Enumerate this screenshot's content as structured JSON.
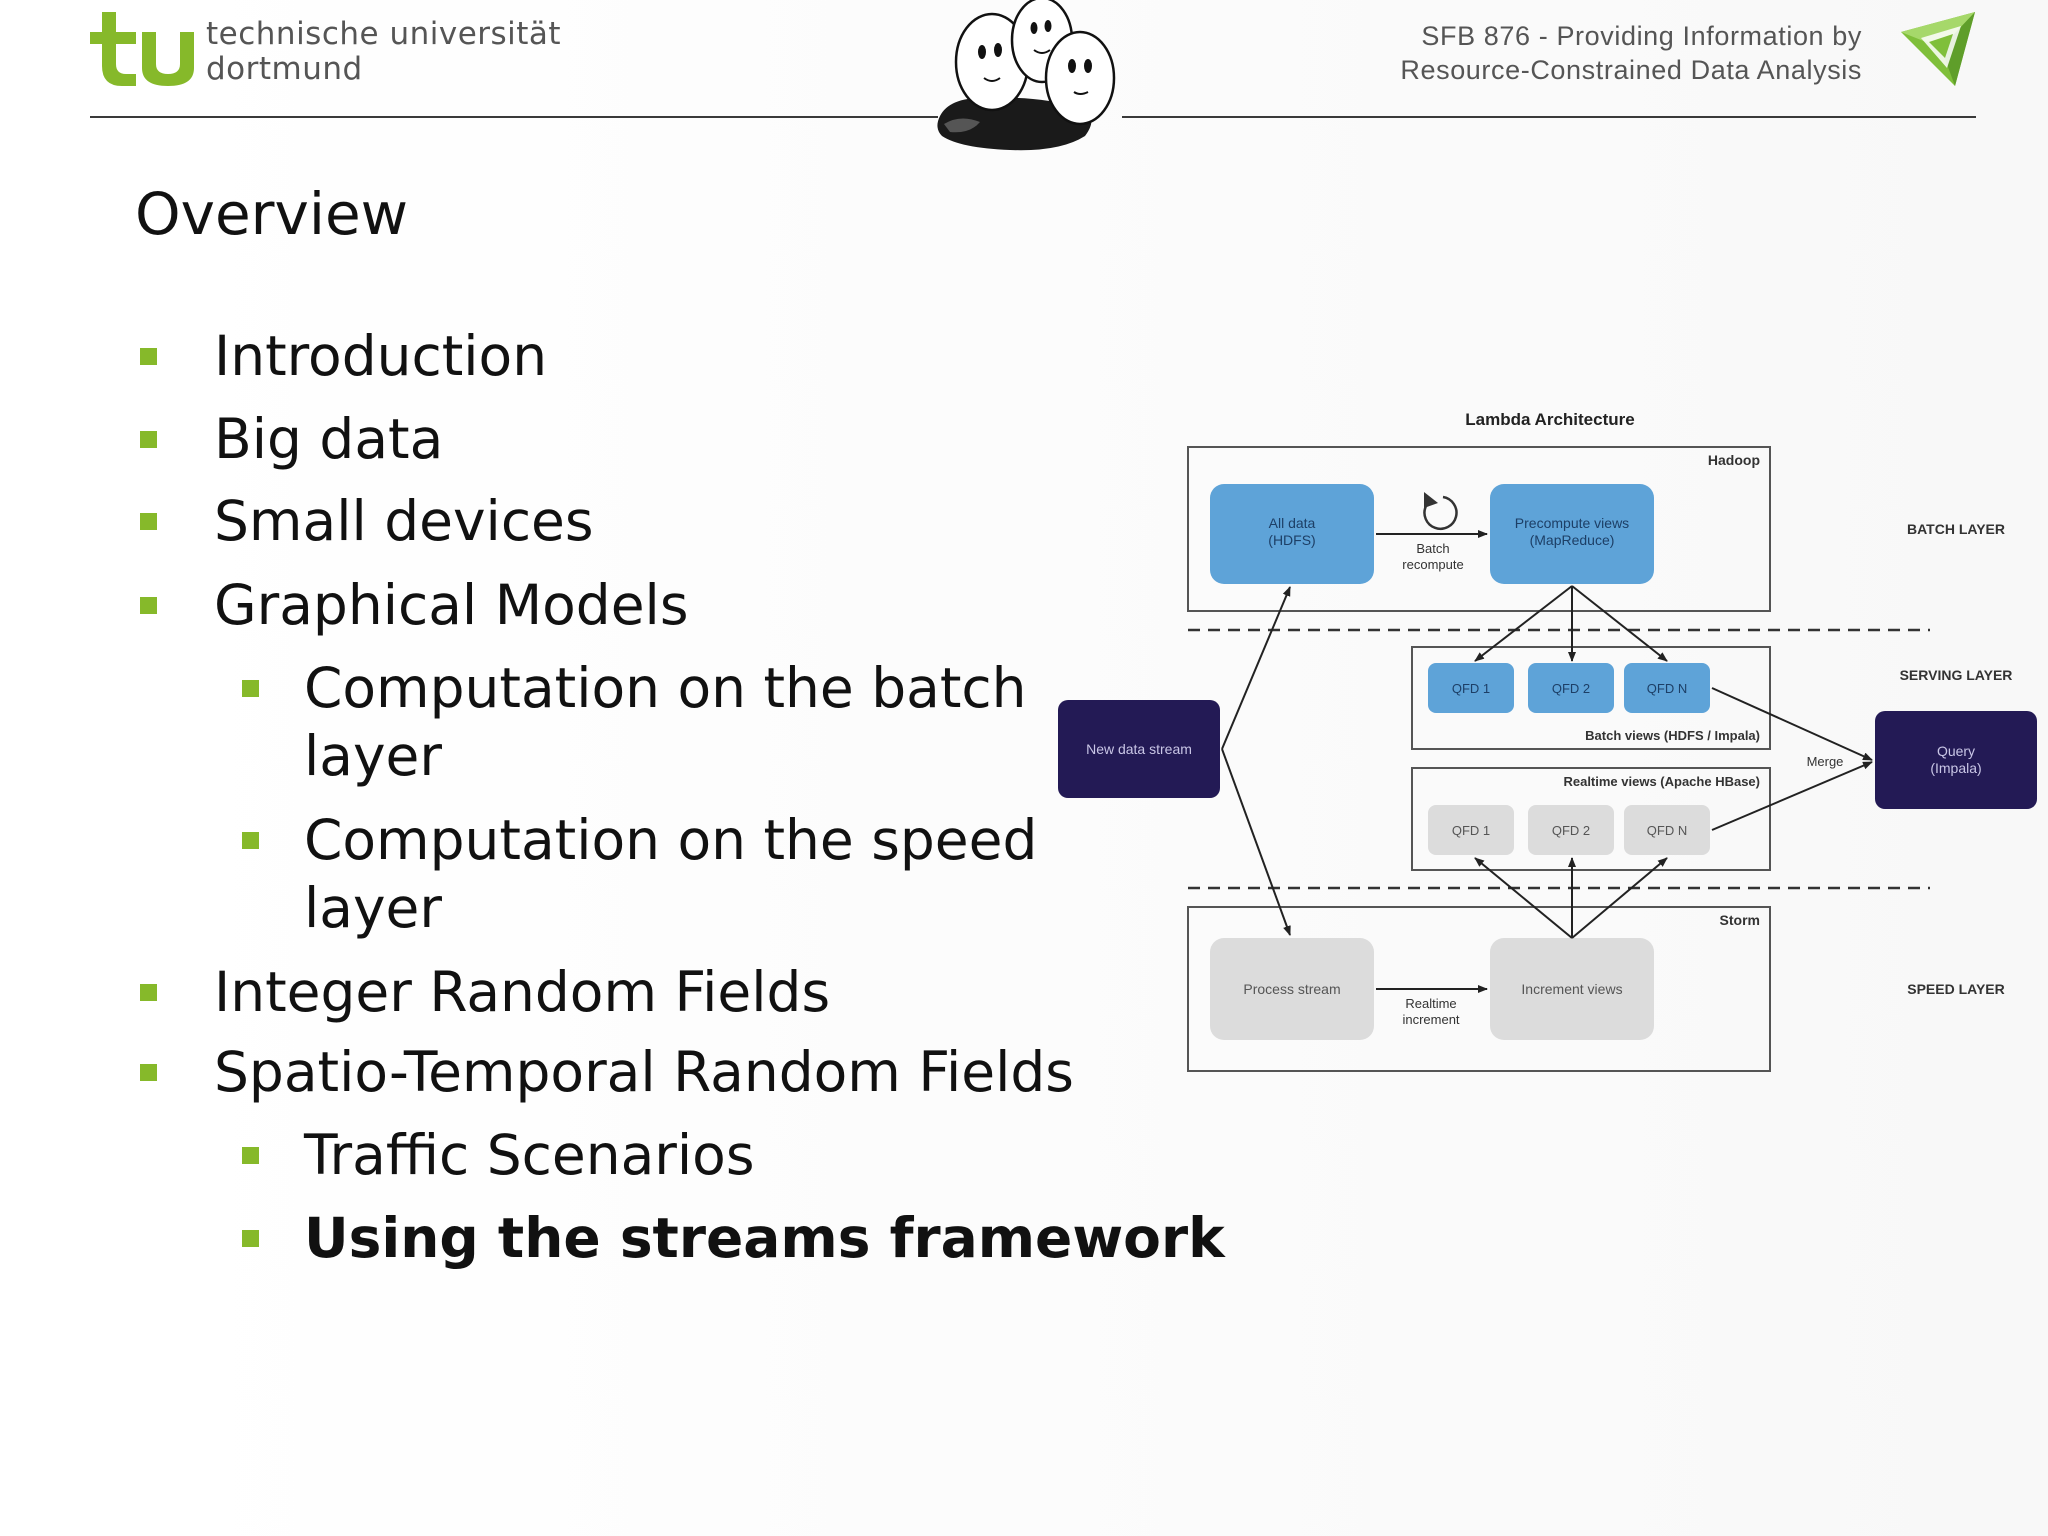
{
  "header": {
    "university_line1": "technische universität",
    "university_line2": "dortmund",
    "sfb_line1": "SFB 876  -  Providing Information by",
    "sfb_line2": "Resource-Constrained Data Analysis",
    "logo_icon": "tu-dortmund-logo",
    "mascot_icon": "eggs-mascot-logo",
    "sfb_icon": "sfb876-logo"
  },
  "colors": {
    "tu_green": "#86b92a",
    "batch_blue": "#5ea3d8",
    "dark_navy": "#231a55",
    "speed_gray": "#dcdcdc"
  },
  "slide": {
    "title": "Overview",
    "items": [
      {
        "label": "Introduction",
        "level": 1,
        "bold": false
      },
      {
        "label": "Big data",
        "level": 1,
        "bold": false
      },
      {
        "label": "Small devices",
        "level": 1,
        "bold": false
      },
      {
        "label": "Graphical Models",
        "level": 1,
        "bold": false
      },
      {
        "label": "Computation on the batch",
        "label_cont": "layer",
        "level": 2,
        "bold": false
      },
      {
        "label": "Computation on the speed",
        "label_cont": "layer",
        "level": 2,
        "bold": false
      },
      {
        "label": "Integer Random Fields",
        "level": 1,
        "bold": false
      },
      {
        "label": "Spatio-Temporal Random Fields",
        "level": 1,
        "bold": false
      },
      {
        "label": "Traffic Scenarios",
        "level": 2,
        "bold": false
      },
      {
        "label": "Using the streams framework",
        "level": 2,
        "bold": true
      }
    ]
  },
  "diagram": {
    "title": "Lambda Architecture",
    "hadoop_label": "Hadoop",
    "storm_label": "Storm",
    "batch_layer": "BATCH LAYER",
    "serving_layer": "SERVING LAYER",
    "speed_layer": "SPEED LAYER",
    "all_data": [
      "All data",
      "(HDFS)"
    ],
    "batch_recompute": [
      "Batch",
      "recompute"
    ],
    "precompute_views": [
      "Precompute views",
      "(MapReduce)"
    ],
    "batch_qfds": [
      "QFD 1",
      "QFD 2",
      "QFD N"
    ],
    "batch_views_label": "Batch views (HDFS / Impala)",
    "realtime_views_label": "Realtime views (Apache HBase)",
    "realtime_qfds": [
      "QFD 1",
      "QFD 2",
      "QFD N"
    ],
    "new_data_stream": "New data stream",
    "merge": "Merge",
    "query": [
      "Query",
      "(Impala)"
    ],
    "process_stream": "Process stream",
    "realtime_increment": [
      "Realtime",
      "increment"
    ],
    "increment_views": "Increment views",
    "refresh_icon": "refresh-icon"
  }
}
